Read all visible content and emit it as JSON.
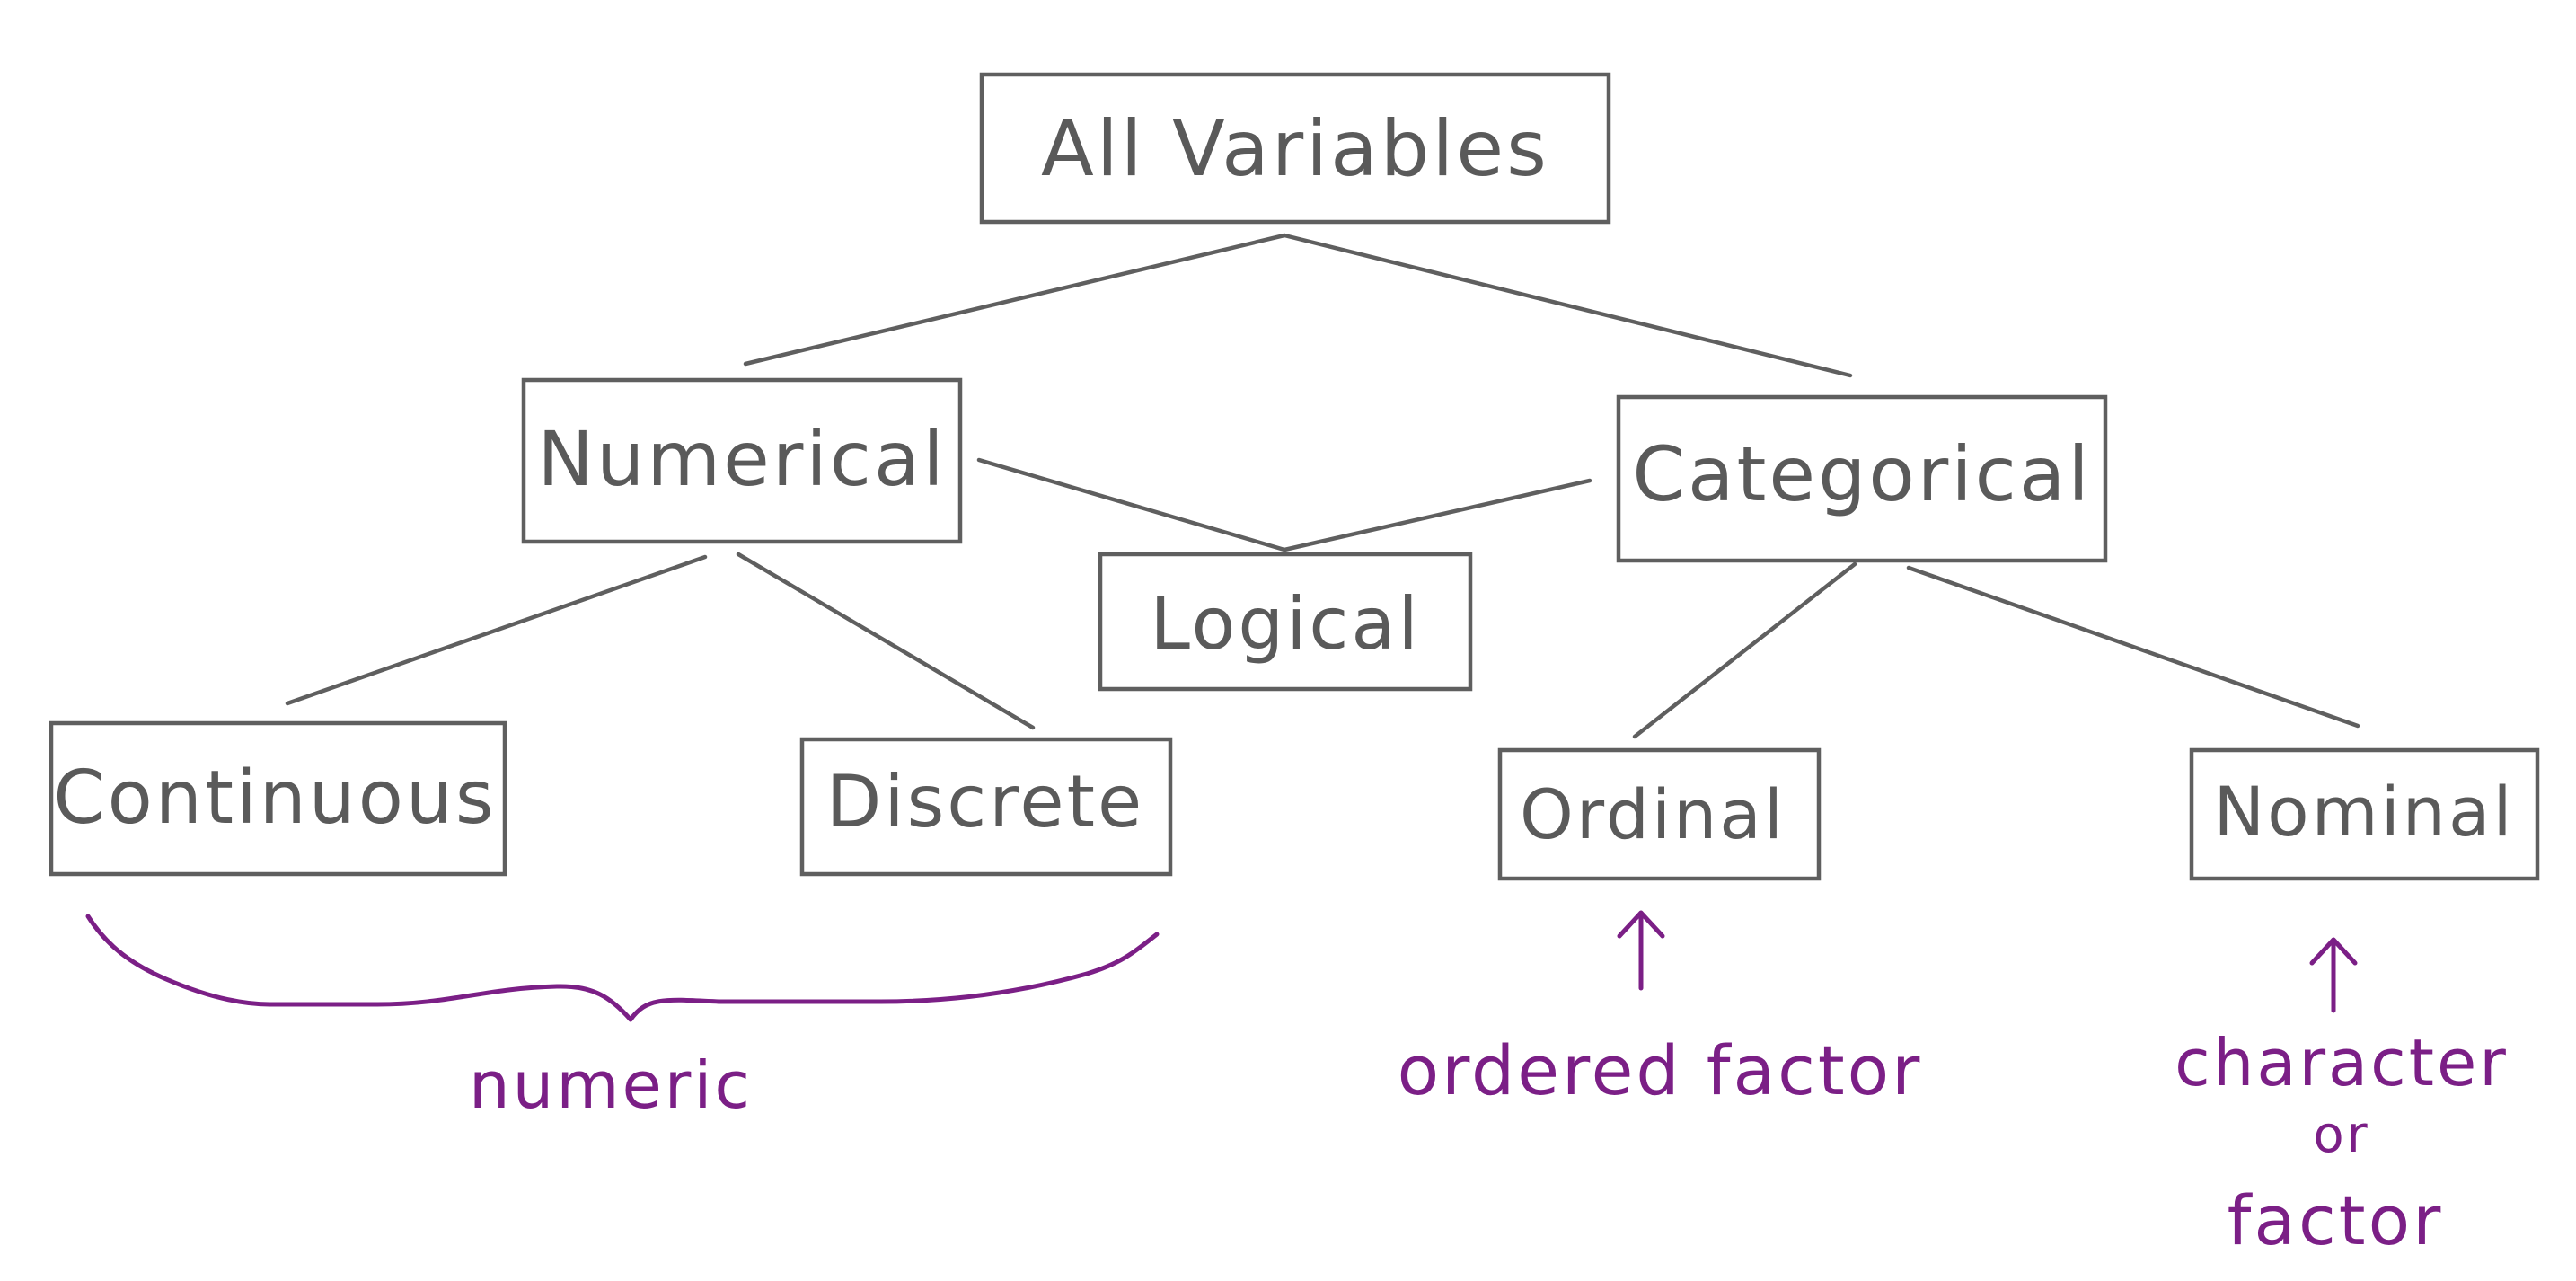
{
  "nodes": {
    "all_variables": "All Variables",
    "numerical": "Numerical",
    "categorical": "Categorical",
    "logical": "Logical",
    "continuous": "Continuous",
    "discrete": "Discrete",
    "ordinal": "Ordinal",
    "nominal": "Nominal"
  },
  "annotations": {
    "numeric": "numeric",
    "ordered_factor": "ordered factor",
    "character": "character",
    "or": "or",
    "factor": "factor"
  },
  "colors": {
    "box_stroke": "#5f5f5f",
    "annotation": "#7b1f86"
  }
}
